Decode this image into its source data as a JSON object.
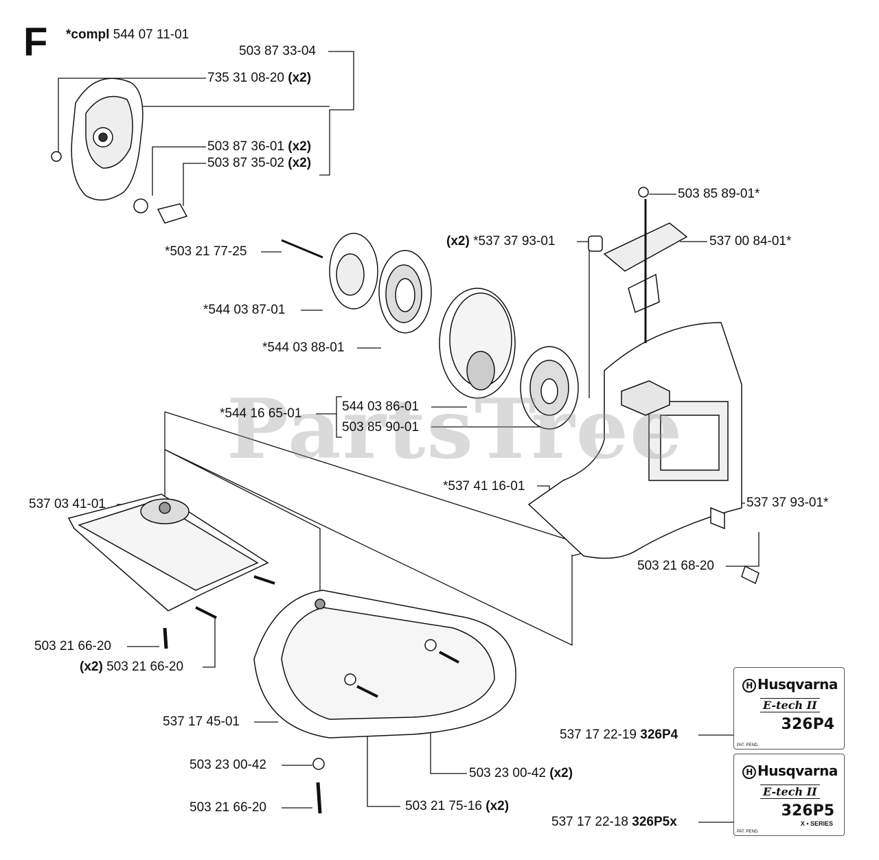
{
  "section_letter": "F",
  "compl": {
    "prefix": "*compl",
    "part": "544 07 11-01"
  },
  "watermark": "PartsTree",
  "labels": {
    "l1": "503 87 33-04",
    "l2": "735 31 08-20",
    "l3": "503 87 36-01",
    "l4": "503 87 35-02",
    "l5": "503 85 89-01*",
    "l6": "*537 37 93-01",
    "l7": "537 00 84-01*",
    "l8": "*503 21 77-25",
    "l9": "*544 03 87-01",
    "l10": "*544 03 88-01",
    "l11": "*544 16 65-01",
    "l12": "544 03 86-01",
    "l13": "503 85 90-01",
    "l14": "*537 41 16-01",
    "l15": "537 37 93-01*",
    "l16": "503 21 68-20",
    "l17": "537 03 41-01",
    "l18": "503 21 66-20",
    "l19": "503 21 66-20",
    "l20": "537 17 45-01",
    "l21": "503 23 00-42",
    "l22": "503 23 00-42",
    "l23": "503 21 66-20",
    "l24": "503 21 75-16",
    "l25": "537 17 22-19",
    "l26": "537 17 22-18"
  },
  "qty_x2": "(x2)",
  "models": {
    "m1": "326P4",
    "m2": "326P5x"
  },
  "decals": {
    "brand": "Husqvarna",
    "logo_letter": "H",
    "etech": "E-tech II",
    "d1_model": "326P4",
    "d2_model": "326P5",
    "d2_series": "X • SERIES",
    "pat": "PAT. PEND."
  }
}
